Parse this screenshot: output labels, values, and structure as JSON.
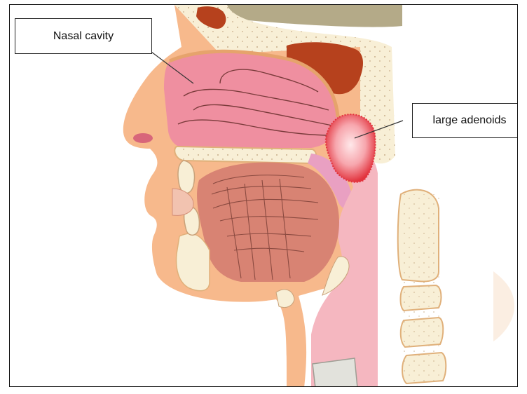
{
  "labels": {
    "nasal_cavity": "Nasal cavity",
    "large_adenoids": "large adenoids"
  },
  "colors": {
    "skin": "#f7b98c",
    "nasal_pink": "#ef8fa0",
    "bone": "#f8efd6",
    "brain": "#b4aa88",
    "sinus": "#b6411d",
    "tongue": "#d88373",
    "airway": "#f5b7c0",
    "adenoid": "#e2333d"
  },
  "icons": [
    "anatomy-illustration"
  ]
}
